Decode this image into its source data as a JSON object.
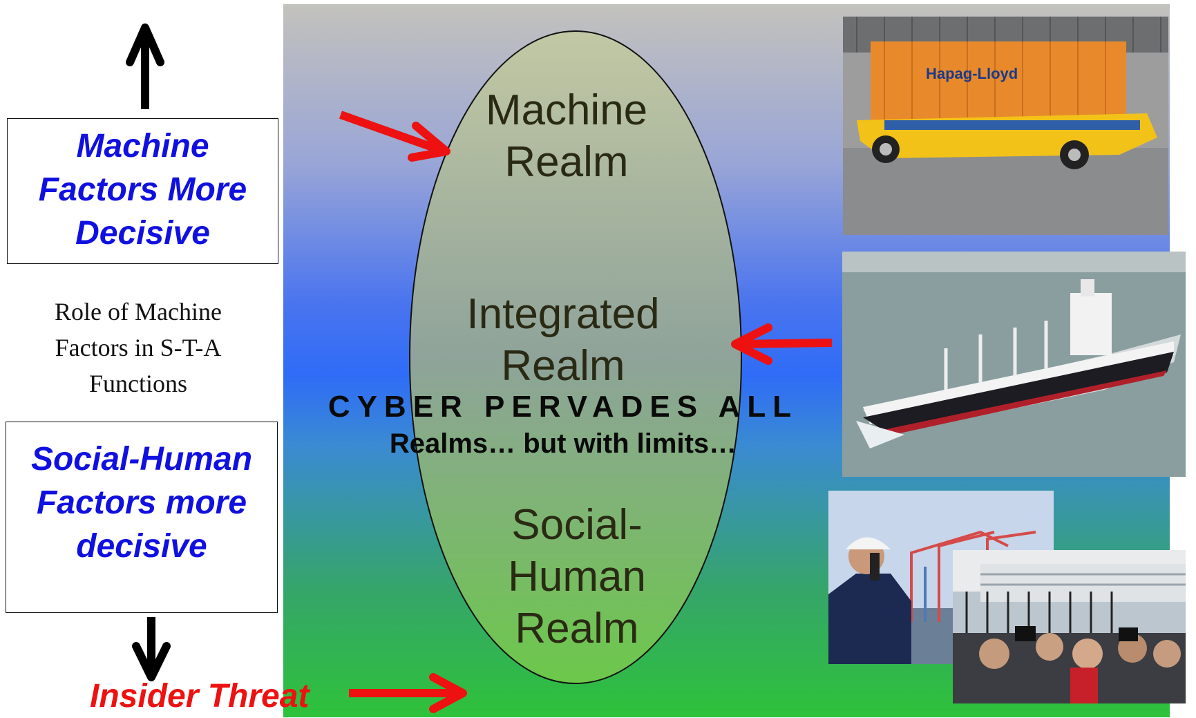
{
  "left": {
    "top_box_lines": [
      "Machine",
      "Factors More",
      "Decisive"
    ],
    "role_lines": [
      "Role of Machine",
      "Factors in S-T-A",
      "Functions"
    ],
    "bottom_box_lines": [
      "Social-Human",
      "Factors more",
      "decisive"
    ],
    "insider": "Insider Threat"
  },
  "ellipse": {
    "machine_lines": [
      "Machine",
      "Realm"
    ],
    "integrated_lines": [
      "Integrated",
      "Realm"
    ],
    "social_lines": [
      "Social-",
      "Human",
      "Realm"
    ]
  },
  "cyber": {
    "line1": "CYBER PERVADES ALL",
    "line2": "Realms… but with limits…"
  },
  "photos": {
    "container_logo": "Hapag-Lloyd"
  },
  "colors": {
    "arrow_red": "#ee1111",
    "box_text_blue": "#1010e0"
  }
}
